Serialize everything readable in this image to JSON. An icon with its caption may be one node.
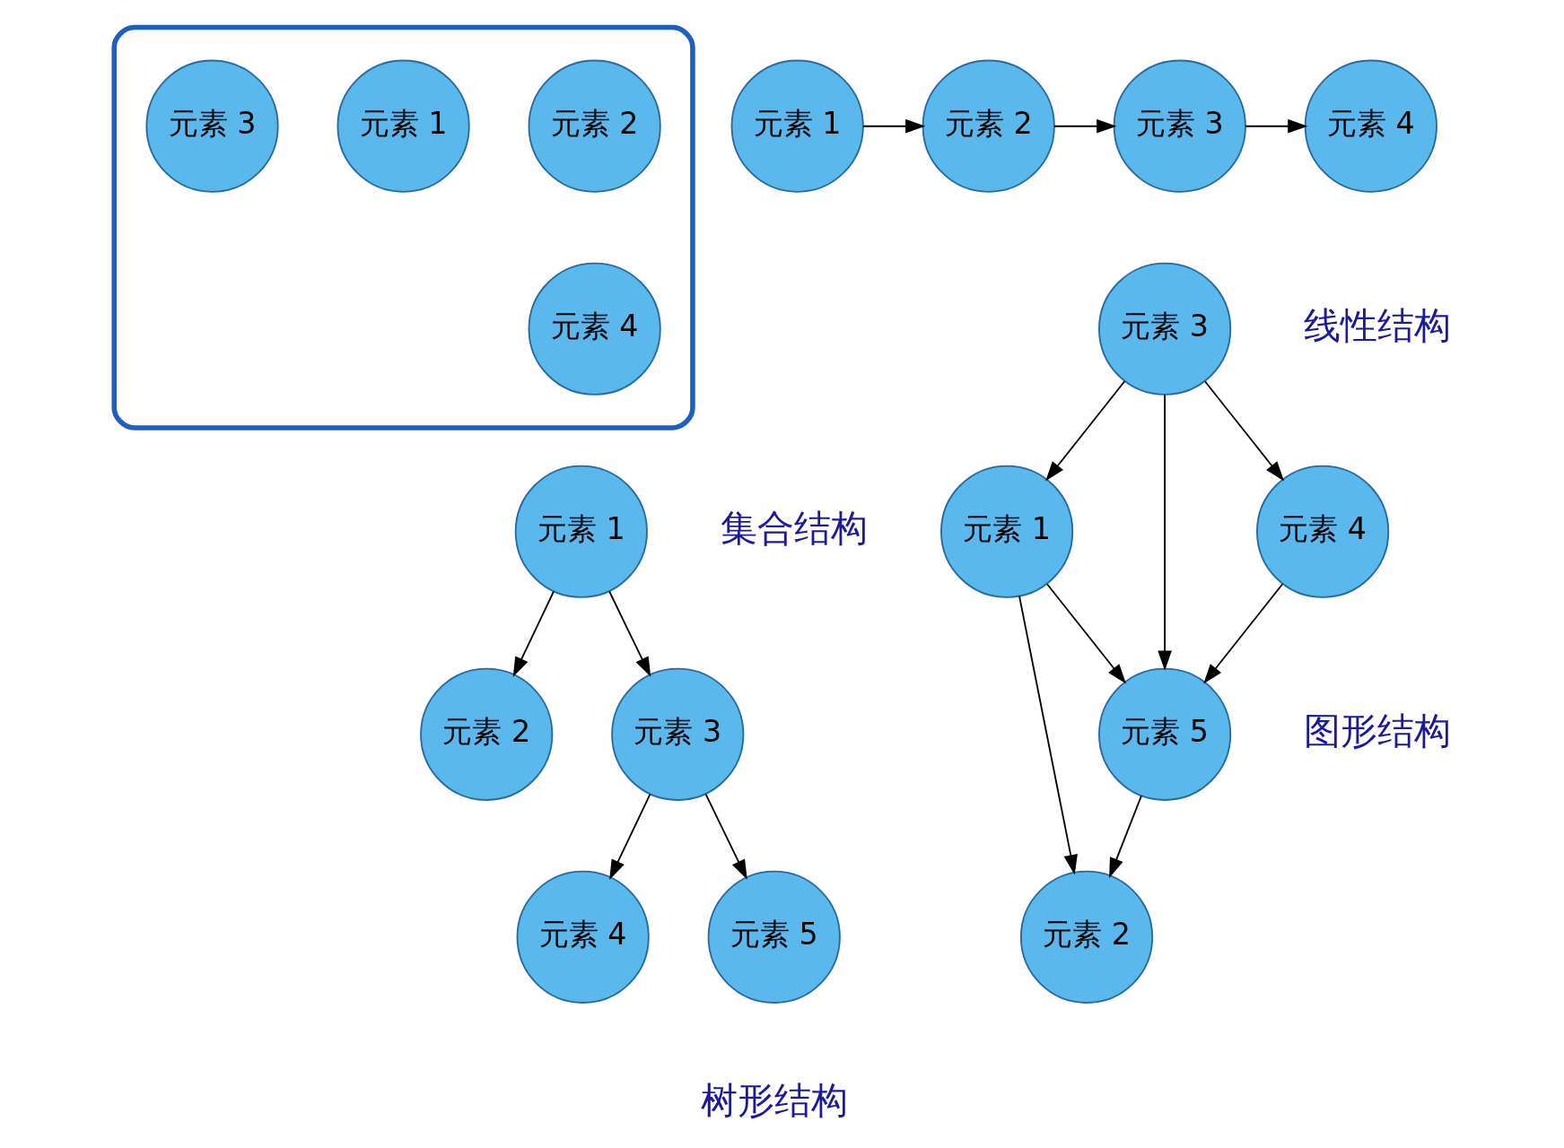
{
  "diagram": {
    "nodes": [
      {
        "text": [],
        "shape": "ellipse"
      },
      {
        "text": [
          "元素 2"
        ],
        "in": 0
      },
      {
        "text": [
          "元素 1"
        ],
        "in": 0
      },
      {
        "text": [
          "元素 3"
        ],
        "in": 0
      },
      {
        "text": [
          "元素 4"
        ],
        "in": 0
      },
      {
        "text": [
          "元素 1"
        ]
      },
      {
        "text": [
          "元素 2"
        ]
      },
      {
        "text": [
          "元素 3"
        ]
      },
      {
        "text": [
          "元素 4"
        ]
      },
      {
        "text": [
          "元素 1"
        ]
      },
      {
        "text": [
          "元素 2"
        ]
      },
      {
        "text": [
          "元素 3"
        ]
      },
      {
        "text": [
          "元素 4"
        ]
      },
      {
        "text": [
          "元素 5"
        ]
      },
      {
        "text": [
          "元素 1"
        ]
      },
      {
        "text": [
          "元素 3"
        ]
      },
      {
        "text": [
          "元素 5"
        ]
      },
      {
        "text": [
          "元素 2"
        ]
      },
      {
        "text": [
          "元素 4"
        ]
      }
    ],
    "edges": [
      {
        "from": 5,
        "to": 6,
        "arrow": "to"
      },
      {
        "from": 6,
        "to": 7,
        "arrow": "to"
      },
      {
        "from": 7,
        "to": 8,
        "arrow": "to"
      },
      {
        "from": 9,
        "to": 10,
        "arrow": "to"
      },
      {
        "from": 9,
        "to": 11,
        "arrow": "to"
      },
      {
        "from": 11,
        "to": 12,
        "arrow": "to"
      },
      {
        "from": 11,
        "to": 13,
        "arrow": "to"
      },
      {
        "from": 15,
        "to": 14,
        "arrow": "to"
      },
      {
        "from": 14,
        "to": 17,
        "arrow": "to"
      },
      {
        "from": 14,
        "to": 16,
        "arrow": "to"
      },
      {
        "from": 15,
        "to": 16,
        "arrow": "to"
      },
      {
        "from": 16,
        "to": 17,
        "arrow": "to"
      },
      {
        "from": 15,
        "to": 18,
        "arrow": "to"
      },
      {
        "from": 18,
        "to": 16,
        "arrow": "to"
      }
    ],
    "labels": [
      "集合结构",
      "线性结构",
      "树形结构",
      "图形结构"
    ]
  }
}
